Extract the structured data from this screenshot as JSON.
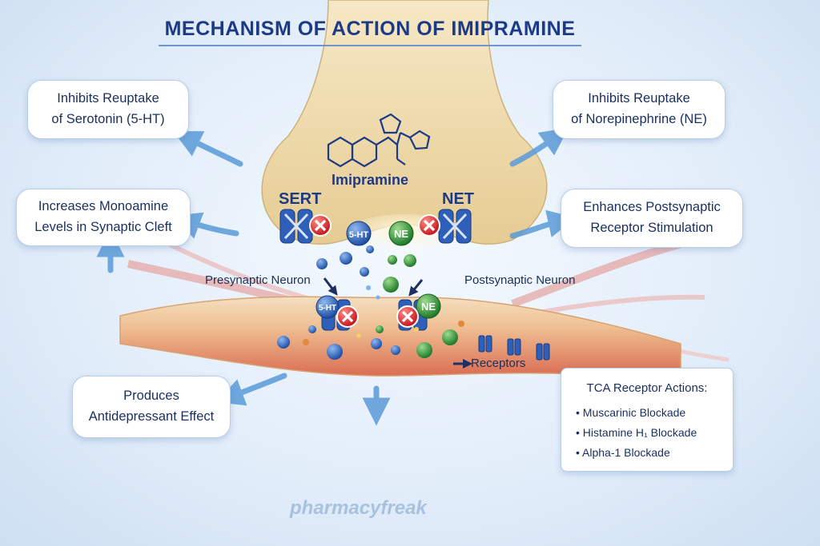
{
  "title": "MECHANISM OF ACTION OF IMIPRAMINE",
  "drug_name": "Imipramine",
  "transporters": {
    "sert": "SERT",
    "net": "NET"
  },
  "molecules": {
    "serotonin": "5-HT",
    "norepinephrine": "NE"
  },
  "labels": {
    "presynaptic": "Presynaptic Neuron",
    "postsynaptic": "Postsynaptic Neuron",
    "receptors": "Receptors"
  },
  "effects": {
    "serotonin_reuptake": [
      "Inhibits Reuptake",
      "of Serotonin (5-HT)"
    ],
    "ne_reuptake": [
      "Inhibits Reuptake",
      "of Norepinephrine (NE)"
    ],
    "monoamine_levels": [
      "Increases Monoamine",
      "Levels in Synaptic Cleft"
    ],
    "postsynaptic_stim": [
      "Enhances Postsynaptic",
      "Receptor Stimulation"
    ],
    "antidepressant": [
      "Produces",
      "Antidepressant Effect"
    ]
  },
  "tca_panel": {
    "heading": "TCA Receptor Actions:",
    "items": [
      "• Muscarinic Blockade",
      "• Histamine H₁ Blockade",
      "• Alpha-1 Blockade"
    ]
  },
  "watermark": "pharmacyfreak",
  "colors": {
    "title": "#1d3a86",
    "serotonin": "#2f68c4",
    "norepinephrine": "#2f9a3a",
    "block": "#d8232a",
    "arrow": "#5a9bd8",
    "neuron": "#ecd7a6"
  }
}
